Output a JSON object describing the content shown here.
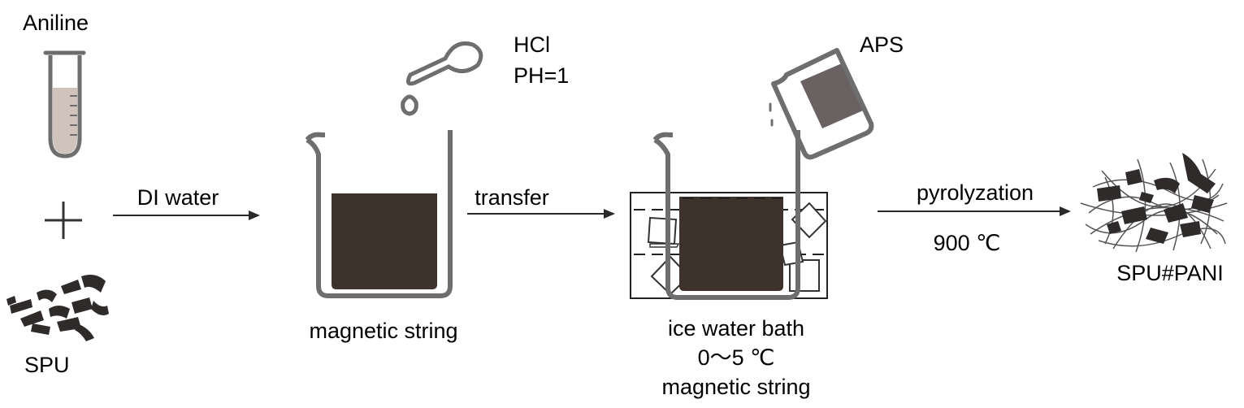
{
  "reagents": {
    "aniline": "Aniline",
    "spu": "SPU",
    "plus": "+"
  },
  "step1": {
    "arrow_label": "DI water",
    "beaker_caption": "magnetic string",
    "additive": [
      "HCl",
      "PH=1"
    ]
  },
  "step2": {
    "arrow_label": "transfer",
    "oxidant": "APS",
    "captions": [
      "ice water bath",
      "0～5 ℃",
      "magnetic string"
    ]
  },
  "step3": {
    "arrow_label": "pyrolyzation",
    "condition": "900 ℃",
    "product": "SPU#PANI"
  },
  "colors": {
    "line": "#6e6e6e",
    "liquid_dark": "#3d322c",
    "tube_liquid": "#cfc3bb",
    "aps_liquid": "#6a6262",
    "arrow": "#2a2a2a"
  },
  "icons": [
    "test-tube-icon",
    "dropper-icon",
    "beaker-icon",
    "pouring-beaker-icon",
    "ice-bath-icon",
    "spu-flakes-icon",
    "composite-product-icon"
  ]
}
